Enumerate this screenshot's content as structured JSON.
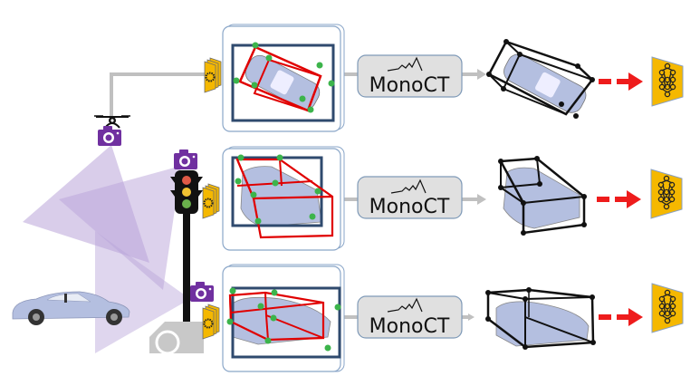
{
  "diagram": {
    "rows": [
      {
        "id": "drone",
        "source": "drone-camera",
        "model_label": "MonoCT"
      },
      {
        "id": "traffic-light",
        "source": "traffic-light-camera",
        "model_label": "MonoCT"
      },
      {
        "id": "vehicle",
        "source": "vehicle-camera",
        "model_label": "MonoCT"
      }
    ],
    "colors": {
      "camera": "#7030a0",
      "fov": "#b9a4d9",
      "connector": "#c0c0c0",
      "bbox2d": "#2f4a6e",
      "bbox3d_pred": "#e00000",
      "keypoint": "#3cb44b",
      "bbox3d_final": "#111111",
      "dashed_arrow": "#ee1c1c",
      "network": "#f5b800",
      "car": "#b4bfe0"
    },
    "icons": [
      "drone-icon",
      "camera-icon",
      "traffic-light-icon",
      "truck-icon",
      "car-icon",
      "feature-stack-icon",
      "neural-network-icon"
    ]
  }
}
